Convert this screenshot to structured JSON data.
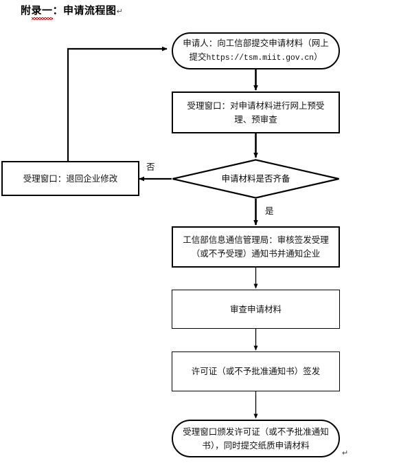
{
  "document": {
    "title_prefix": "附录一：",
    "title_main": "申请流程图",
    "title_pilcrow": "↵",
    "end_pilcrow": "↵"
  },
  "flowchart": {
    "type": "flowchart",
    "orientation": "top-to-bottom",
    "nodes": [
      {
        "id": "n1",
        "shape": "terminator",
        "line1": "申请人：向工信部提交申请材料（网上",
        "line2_prefix": "提交",
        "line2_url": "https://tsm.miit.gov.cn",
        "line2_suffix": "）"
      },
      {
        "id": "n2",
        "shape": "rectangle",
        "text": "受理窗口：对申请材料进行网上预受理、预审查"
      },
      {
        "id": "n3",
        "shape": "diamond",
        "text": "申请材料是否齐备"
      },
      {
        "id": "n4",
        "shape": "rectangle",
        "text": "受理窗口：退回企业修改"
      },
      {
        "id": "n5",
        "shape": "rectangle",
        "text": "工信部信息通信管理局：审核签发受理（或不予受理）通知书并通知企业"
      },
      {
        "id": "n6",
        "shape": "rectangle",
        "text": "审查申请材料"
      },
      {
        "id": "n7",
        "shape": "rectangle",
        "text": "许可证（或不予批准通知书）签发"
      },
      {
        "id": "n8",
        "shape": "terminator",
        "text": "受理窗口颁发许可证（或不予批准通知书），同时提交纸质申请材料"
      }
    ],
    "edges": [
      {
        "from": "n1",
        "to": "n2",
        "label": ""
      },
      {
        "from": "n2",
        "to": "n3",
        "label": ""
      },
      {
        "from": "n3",
        "to": "n4",
        "label": "否"
      },
      {
        "from": "n3",
        "to": "n5",
        "label": "是"
      },
      {
        "from": "n4",
        "to": "n1",
        "label": ""
      },
      {
        "from": "n5",
        "to": "n6",
        "label": ""
      },
      {
        "from": "n6",
        "to": "n7",
        "label": ""
      },
      {
        "from": "n7",
        "to": "n8",
        "label": ""
      }
    ],
    "edge_labels": {
      "no": "否",
      "yes": "是"
    }
  },
  "colors": {
    "line": "#000000",
    "text": "#111111",
    "spellcheck_underline": "#e01b1b",
    "background": "#ffffff"
  }
}
